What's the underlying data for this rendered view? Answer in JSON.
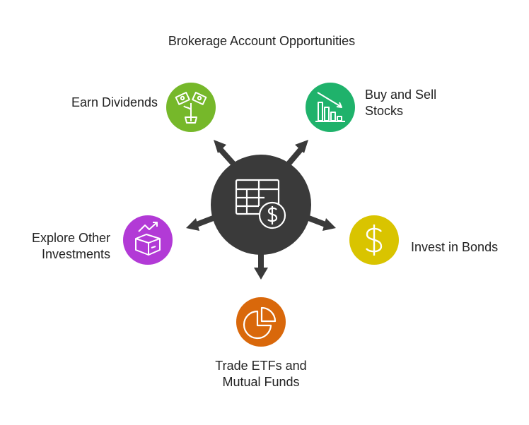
{
  "title": "Brokerage Account Opportunities",
  "nodes": [
    {
      "id": "dividends",
      "lines": [
        "Earn Dividends"
      ],
      "color": "#76b82a",
      "icon": "money-plant-icon"
    },
    {
      "id": "stocks",
      "lines": [
        "Buy and Sell",
        "Stocks"
      ],
      "color": "#1fb26b",
      "icon": "declining-bar-chart-icon"
    },
    {
      "id": "bonds",
      "lines": [
        "Invest in Bonds"
      ],
      "color": "#d9c400",
      "icon": "dollar-sign-icon"
    },
    {
      "id": "etfs",
      "lines": [
        "Trade ETFs and",
        "Mutual Funds"
      ],
      "color": "#d9680b",
      "icon": "pie-chart-icon"
    },
    {
      "id": "other",
      "lines": [
        "Explore Other",
        "Investments"
      ],
      "color": "#b23ad6",
      "icon": "box-growth-icon"
    }
  ],
  "hub": {
    "color": "#3a3a3a",
    "icon": "spreadsheet-dollar-icon"
  }
}
